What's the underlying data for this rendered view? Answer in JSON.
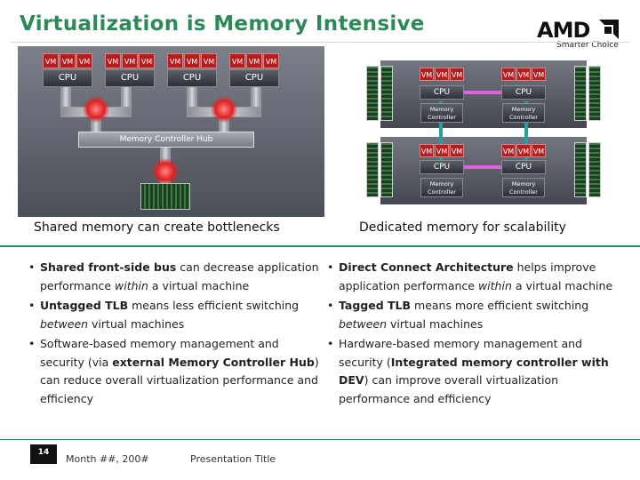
{
  "title": "Virtualization is Memory Intensive",
  "logo": {
    "wordmark": "AMD",
    "tagline": "Smarter Choice"
  },
  "left_diagram": {
    "chips": [
      {
        "vms": [
          "VM",
          "VM",
          "VM"
        ],
        "cpu": "CPU"
      },
      {
        "vms": [
          "VM",
          "VM",
          "VM"
        ],
        "cpu": "CPU"
      },
      {
        "vms": [
          "VM",
          "VM",
          "VM"
        ],
        "cpu": "CPU"
      },
      {
        "vms": [
          "VM",
          "VM",
          "VM"
        ],
        "cpu": "CPU"
      }
    ],
    "hub": "Memory Controller Hub",
    "caption": "Shared memory can create bottlenecks"
  },
  "right_diagram": {
    "nodes": [
      {
        "vms": [
          "VM",
          "VM",
          "VM"
        ],
        "cpu": "CPU",
        "mc": [
          "Memory",
          "Controller"
        ]
      },
      {
        "vms": [
          "VM",
          "VM",
          "VM"
        ],
        "cpu": "CPU",
        "mc": [
          "Memory",
          "Controller"
        ]
      },
      {
        "vms": [
          "VM",
          "VM",
          "VM"
        ],
        "cpu": "CPU",
        "mc": [
          "Memory",
          "Controller"
        ]
      },
      {
        "vms": [
          "VM",
          "VM",
          "VM"
        ],
        "cpu": "CPU",
        "mc": [
          "Memory",
          "Controller"
        ]
      }
    ],
    "caption": "Dedicated memory for scalability"
  },
  "bullets_left": [
    {
      "bold": "Shared front-side bus",
      "text": " can decrease application performance ",
      "ital": "within",
      "tail": " a virtual machine"
    },
    {
      "bold": "Untagged TLB",
      "text": " means less efficient switching ",
      "ital": "between",
      "tail": " virtual machines"
    },
    {
      "pre": "Software-based memory management and security (via ",
      "bold": "external Memory Controller Hub",
      "text": ") can reduce overall virtualization performance and efficiency"
    }
  ],
  "bullets_right": [
    {
      "bold": "Direct Connect Architecture",
      "text": " helps improve application performance ",
      "ital": "within",
      "tail": " a virtual machine"
    },
    {
      "bold": "Tagged TLB",
      "text": " means more efficient switching ",
      "ital": "between",
      "tail": " virtual machines"
    },
    {
      "pre": "Hardware-based memory management and security (",
      "bold": "Integrated memory controller with DEV",
      "text": ") can improve overall virtualization performance and efficiency"
    }
  ],
  "footer": {
    "page_number": "14",
    "date": "Month ##, 200#",
    "presentation_title": "Presentation Title"
  },
  "colors": {
    "title": "#2b8a57",
    "vm": "#b41e1e",
    "link_pink": "#e060e0",
    "link_teal": "#20a0a0"
  }
}
